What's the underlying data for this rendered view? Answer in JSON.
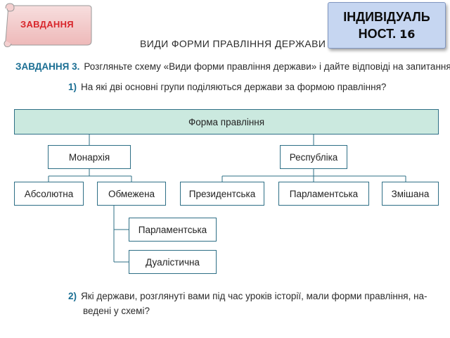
{
  "badge_left": {
    "label": "ЗАВДАННЯ"
  },
  "badge_right": {
    "line1": "ІНДИВІДУАЛЬ",
    "line2": "НОСТ.",
    "number": "16"
  },
  "page_title": "ВИДИ ФОРМИ ПРАВЛІННЯ ДЕРЖАВИ",
  "task": {
    "label": "ЗАВДАННЯ 3.",
    "text": "Розгляньте схему «Види форми правління держави» і дайте відповіді на запитання."
  },
  "questions": [
    {
      "num": "1)",
      "lines": [
        "На які дві основні групи поділяються держави за формою правління?"
      ]
    },
    {
      "num": "2)",
      "lines": [
        "Які держави, розглянуті вами під час уроків історії, мали форми правління, на-",
        "ведені у схемі?"
      ]
    }
  ],
  "diagram": {
    "root": "Форма правління",
    "monarchy": "Монархія",
    "republic": "Республіка",
    "absolute": "Абсолютна",
    "limited": "Обмежена",
    "presidential": "Президентська",
    "parliamentary_republic": "Парламентська",
    "mixed": "Змішана",
    "parliamentary_monarchy": "Парламентська",
    "dualistic": "Дуалістична"
  },
  "colors": {
    "accent_blue": "#1a6e93",
    "badge_red": "#d8262b",
    "root_fill": "#cbe9df",
    "badge_blue": "#c6d6f1",
    "scroll_pink": "#f2c9c9"
  }
}
